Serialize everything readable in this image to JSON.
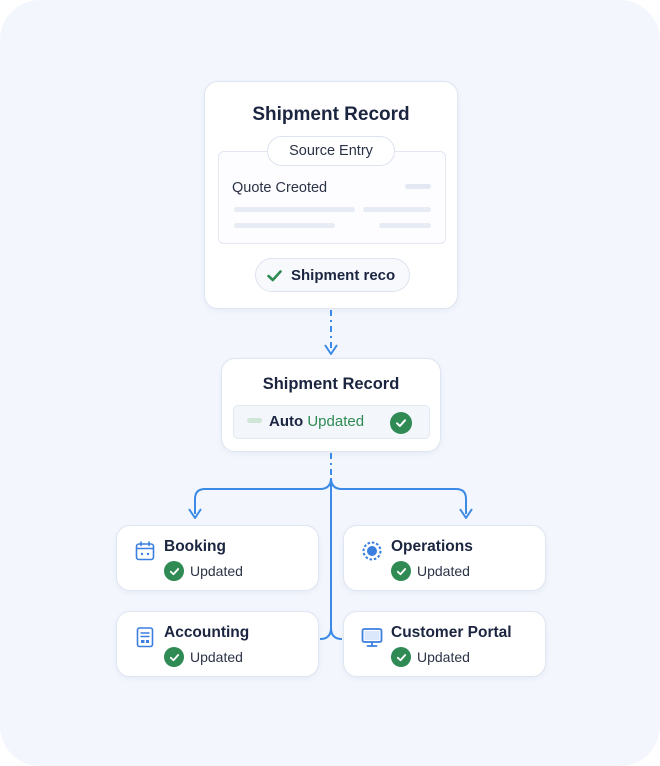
{
  "colors": {
    "background": "#f3f6fd",
    "connector": "#3b8be6",
    "success": "#2f8a53",
    "icon": "#3b7fe0"
  },
  "source_card": {
    "title": "Shipment Record",
    "tab_label": "Source Entry",
    "entry_label": "Quote Creoted",
    "status_icon": "check-icon",
    "status_label": "Shipment reco"
  },
  "middle_card": {
    "title": "Shipment Record",
    "status_prefix": "Auto",
    "status_value": "Updated",
    "status_icon": "check-circle-icon"
  },
  "targets": [
    {
      "title": "Booking",
      "icon": "calendar-icon",
      "status": "Updated"
    },
    {
      "title": "Operations",
      "icon": "gear-circle-icon",
      "status": "Updated"
    },
    {
      "title": "Accounting",
      "icon": "document-icon",
      "status": "Updated"
    },
    {
      "title": "Customer Portal",
      "icon": "monitor-icon",
      "status": "Updated"
    }
  ]
}
